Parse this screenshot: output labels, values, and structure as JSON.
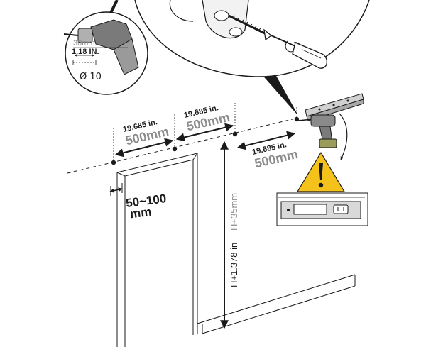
{
  "drill_detail": {
    "depth_mm": "30mm",
    "depth_in": "1.18 IN.",
    "diameter": "Ø 10"
  },
  "spacing": [
    {
      "inches": "19.685 in.",
      "mm": "500mm"
    },
    {
      "inches": "19.685 in.",
      "mm": "500mm"
    },
    {
      "inches": "19.685 in.",
      "mm": "500mm"
    }
  ],
  "offset": {
    "line1": "50~100",
    "line2": "mm"
  },
  "height": {
    "inches": "H+1.378 in",
    "mm": "H+35mm"
  },
  "colors": {
    "line": "#1a1a1a",
    "grey_text": "#8c8c8c",
    "warning_fill": "#f4c21a",
    "level_fill": "#d9d9d9"
  },
  "icons": [
    "drill-icon",
    "screwdriver-icon",
    "warning-icon",
    "spirit-level-icon",
    "wall-mount-bracket-icon"
  ]
}
